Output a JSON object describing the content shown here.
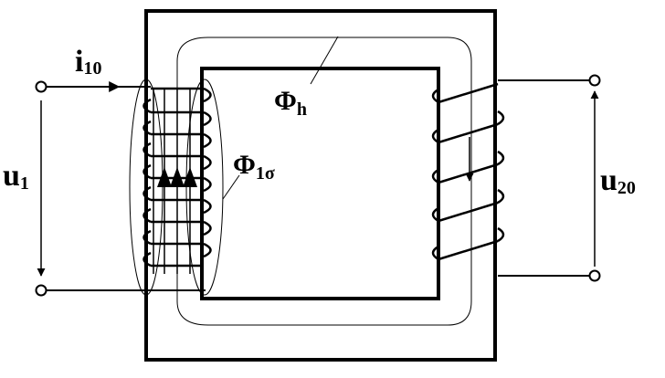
{
  "colors": {
    "ink": "#000000",
    "background": "#ffffff"
  },
  "labels": {
    "current": {
      "main": "i",
      "sub": "10"
    },
    "primary_voltage": {
      "main": "u",
      "sub": "1"
    },
    "secondary_voltage": {
      "main": "u",
      "sub": "20"
    },
    "main_flux": {
      "main": "Φ",
      "sub": "h"
    },
    "leakage_flux": {
      "main": "Φ",
      "sub": "1σ"
    }
  }
}
